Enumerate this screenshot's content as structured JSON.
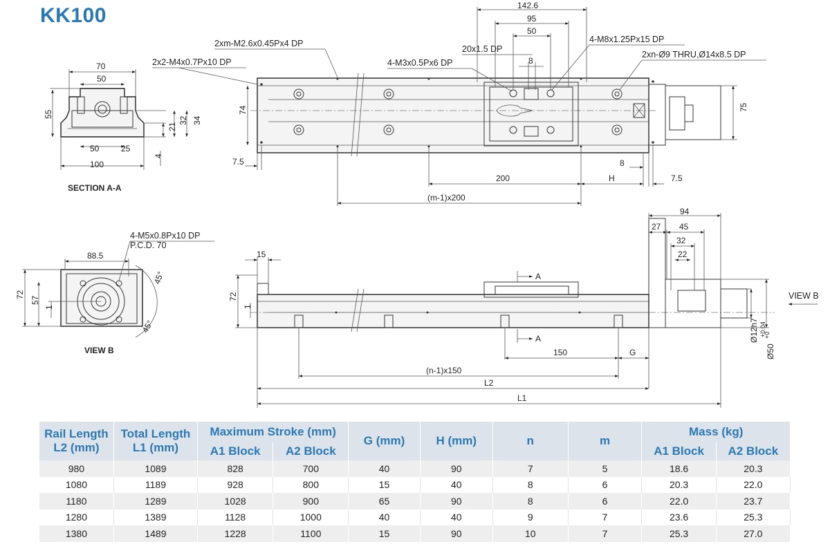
{
  "title": "KK100",
  "section_a": {
    "label": "SECTION A-A",
    "dims": {
      "w70": "70",
      "w50": "50",
      "h55": "55",
      "h21": "21",
      "h32": "32",
      "h34": "34",
      "b50": "50",
      "b25": "25",
      "b100": "100",
      "d4": "4"
    },
    "note": "2x2-M4x0.7Px10 DP"
  },
  "top_view": {
    "notes": {
      "n1": "2xm-M2.6x0.45Px4 DP",
      "n2": "4-M3x0.5Px6 DP",
      "n3": "20x1.5 DP",
      "n4": "4-M8x1.25Px15 DP",
      "n5": "2xn-Ø9 THRU,Ø14x8.5 DP"
    },
    "dims": {
      "d1426": "142.6",
      "d95": "95",
      "d50": "50",
      "d8top": "8",
      "d74": "74",
      "d75": "75",
      "d75l": "7.5",
      "d75r": "7.5",
      "d8": "8",
      "d200": "200",
      "dH": "H",
      "dm200": "(m-1)x200"
    }
  },
  "view_b": {
    "label": "VIEW B",
    "note1": "4-M5x0.8Px10 DP",
    "note2": "P.C.D. 70",
    "dims": {
      "d885": "88.5",
      "d72": "72",
      "d57": "57",
      "d1": "1",
      "a45a": "45°",
      "a45b": "45°"
    }
  },
  "side_view": {
    "dims": {
      "d94": "94",
      "d27": "27",
      "d45": "45",
      "d32": "32",
      "d22": "22",
      "d15": "15",
      "d72": "72",
      "d1": "1",
      "d150": "150",
      "dG": "G",
      "dn150": "(n-1)x150",
      "dL2": "L2",
      "dL1": "L1",
      "dPhi12": "Ø12h7",
      "dPhi50": "Ø50",
      "tolUp": "+0.04",
      "tolLo": "+0",
      "secA1": "A",
      "secA2": "A"
    },
    "view_b_arrow": "VIEW B"
  },
  "table": {
    "headers": {
      "rail": [
        "Rail Length",
        "L2 (mm)"
      ],
      "total": [
        "Total Length",
        "L1 (mm)"
      ],
      "stroke": "Maximum  Stroke (mm)",
      "a1": "A1 Block",
      "a2": "A2 Block",
      "g": "G (mm)",
      "h": "H (mm)",
      "n": "n",
      "m": "m",
      "mass": "Mass (kg)",
      "ma1": "A1 Block",
      "ma2": "A2 Block"
    },
    "rows": [
      [
        "980",
        "1089",
        "828",
        "700",
        "40",
        "90",
        "7",
        "5",
        "18.6",
        "20.3"
      ],
      [
        "1080",
        "1189",
        "928",
        "800",
        "15",
        "40",
        "8",
        "6",
        "20.3",
        "22.0"
      ],
      [
        "1180",
        "1289",
        "1028",
        "900",
        "65",
        "90",
        "8",
        "6",
        "22.0",
        "23.7"
      ],
      [
        "1280",
        "1389",
        "1128",
        "1000",
        "40",
        "40",
        "9",
        "7",
        "23.6",
        "25.3"
      ],
      [
        "1380",
        "1489",
        "1228",
        "1100",
        "15",
        "90",
        "10",
        "7",
        "25.3",
        "27.0"
      ]
    ]
  }
}
